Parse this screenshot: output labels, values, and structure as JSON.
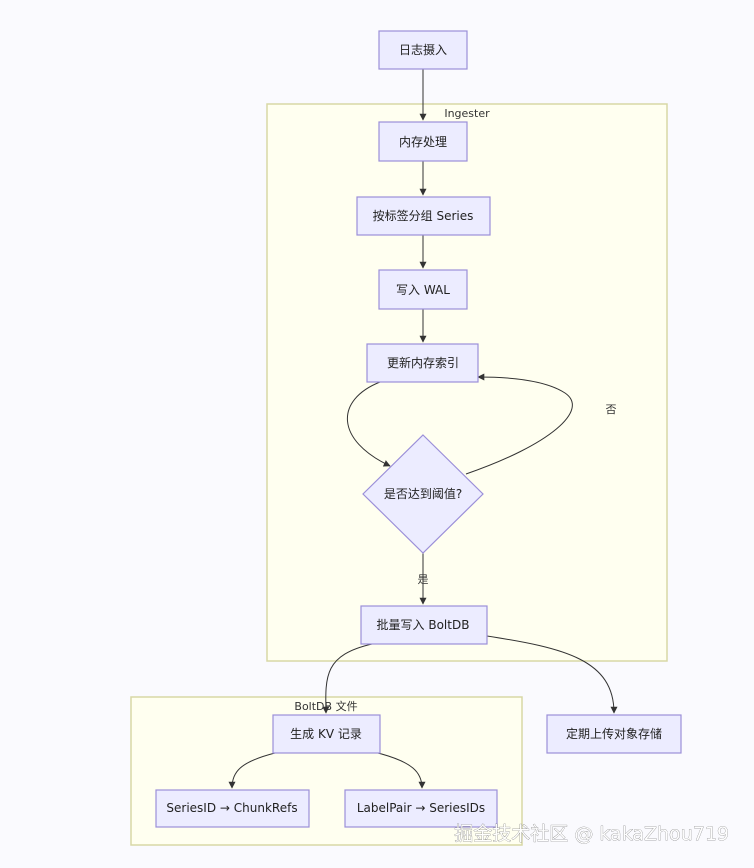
{
  "clusters": {
    "ingester": "Ingester",
    "boltdb": "BoltDB 文件"
  },
  "nodes": {
    "log_ingest": "日志摄入",
    "memory_process": "内存处理",
    "group_series": "按标签分组 Series",
    "write_wal": "写入 WAL",
    "update_index": "更新内存索引",
    "threshold": "是否达到阈值?",
    "batch_write": "批量写入 BoltDB",
    "kv_record": "生成 KV 记录",
    "series_chunk": "SeriesID → ChunkRefs",
    "label_series": "LabelPair → SeriesIDs",
    "upload": "定期上传对象存储"
  },
  "edge_labels": {
    "no": "否",
    "yes": "是"
  },
  "watermark": "掘金技术社区 @ kakaZhou719",
  "colors": {
    "node_fill": "#ececff",
    "node_stroke": "#9b8fd8",
    "cluster_fill": "#fffff0",
    "cluster_stroke": "#d8d8a6",
    "edge": "#333333"
  }
}
